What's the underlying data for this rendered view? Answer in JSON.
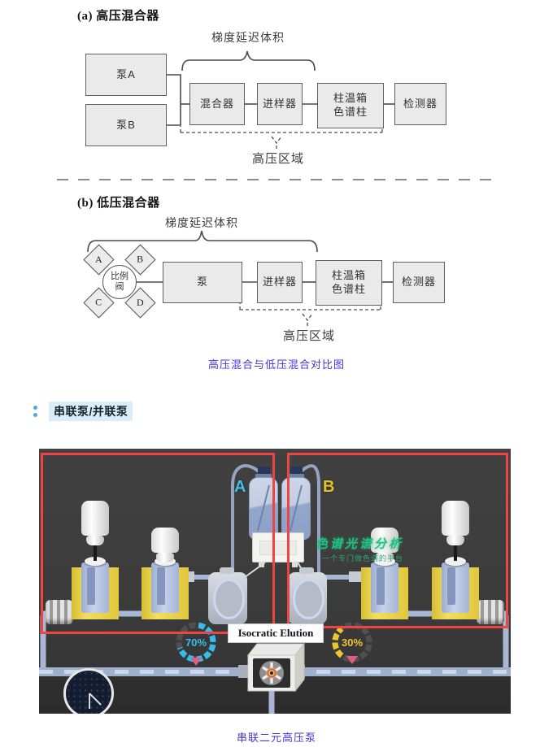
{
  "diagram_a": {
    "title": "(a) 高压混合器",
    "delay_label": "梯度延迟体积",
    "zone_label": "高压区域",
    "pump_a": "泵A",
    "pump_b": "泵B",
    "mixer": "混合器",
    "injector": "进样器",
    "column_line1": "柱温箱",
    "column_line2": "色谱柱",
    "detector": "检测器"
  },
  "diagram_b": {
    "title": "(b) 低压混合器",
    "delay_label": "梯度延迟体积",
    "zone_label": "高压区域",
    "valve_line1": "比例",
    "valve_line2": "阀",
    "ports": [
      "A",
      "B",
      "C",
      "D"
    ],
    "pump": "泵",
    "injector": "进样器",
    "column_line1": "柱温箱",
    "column_line2": "色谱柱",
    "detector": "检测器"
  },
  "caption_comparison": "高压混合与低压混合对比图",
  "section_heading": "串联泵/并联泵",
  "illustration": {
    "bottle_a": "A",
    "bottle_b": "B",
    "banner": "Isocratic Elution",
    "dial_left": "70%",
    "dial_right": "30%",
    "watermark_line1": "色谱光谱分析",
    "watermark_line2": "一个专门做色谱的平台",
    "caption": "串联二元高压泵",
    "colors": {
      "frame_red": "#ef4443",
      "tube_blue": "#9fb0cc",
      "bracket_yellow": "#e6cf4a",
      "dial_cyan": "#35bdeb",
      "dial_yellow": "#edc531",
      "label_a": "#3fc0ea",
      "label_b": "#e6c21f",
      "watermark_green": "#21c082",
      "caption_blue": "#4137d8",
      "scene_background": "#3b3b3b"
    }
  }
}
